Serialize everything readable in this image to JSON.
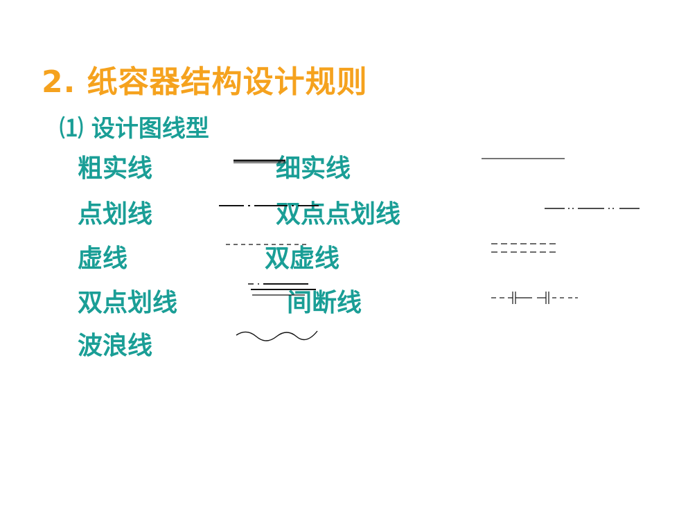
{
  "title": "2. 纸容器结构设计规则",
  "subtitle": "⑴ 设计图线型",
  "labels": {
    "thick_solid": "粗实线",
    "thin_solid": "细实线",
    "dash_dot": "点划线",
    "double_dash_dot": "双点点划线",
    "dashed": "虚线",
    "double_dashed": "双虚线",
    "double_dot_dash": "双点划线",
    "break_line": "间断线",
    "wavy": "波浪线"
  }
}
